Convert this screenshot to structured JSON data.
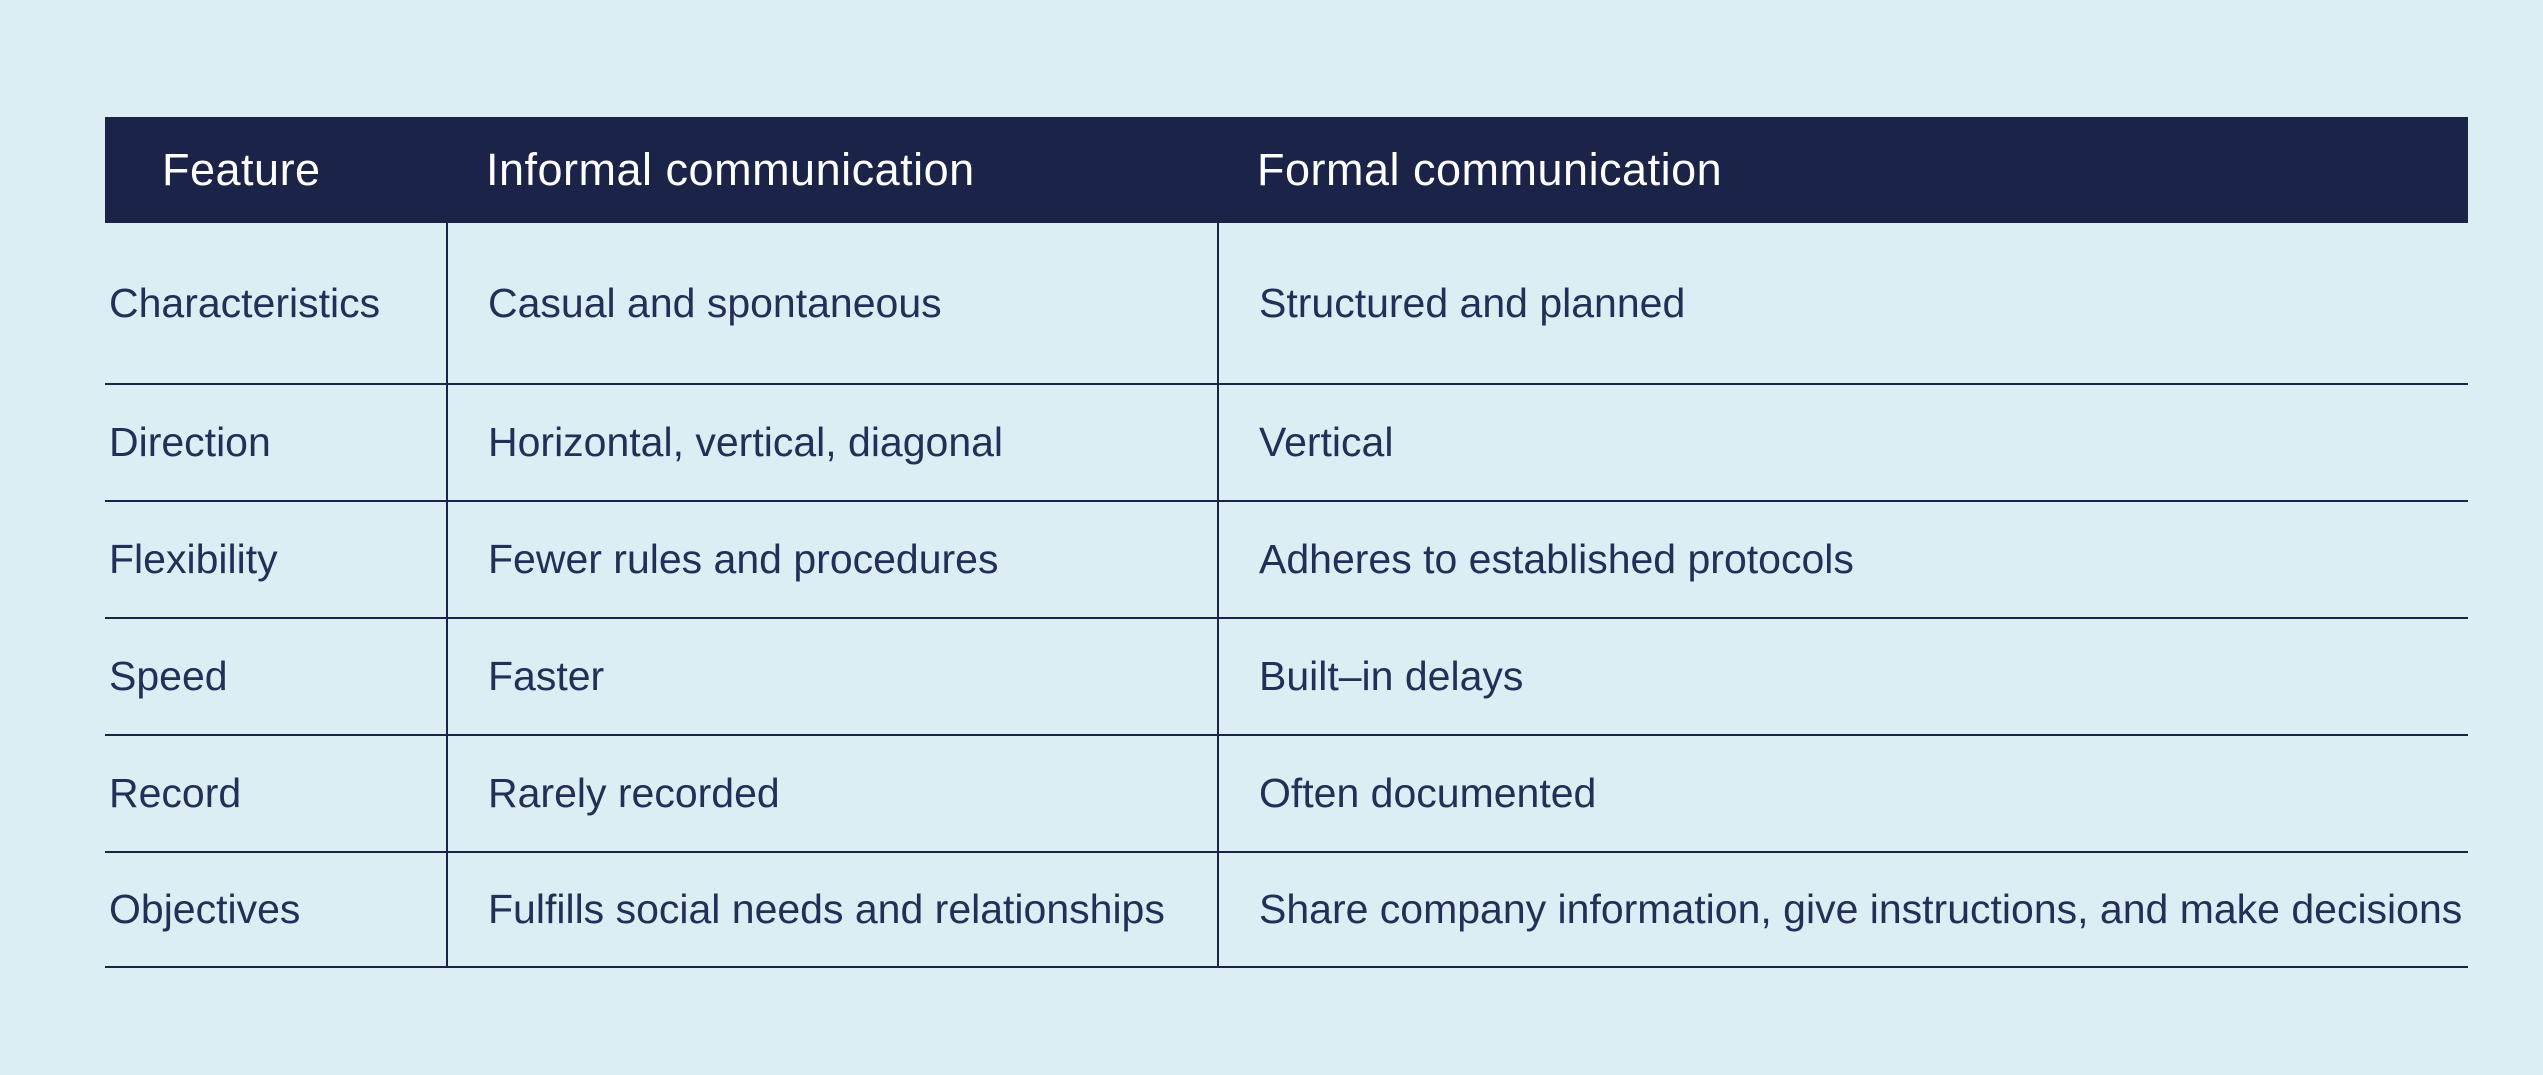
{
  "chart_data": {
    "type": "table",
    "columns": [
      "Feature",
      "Informal communication",
      "Formal communication"
    ],
    "rows": [
      [
        "Characteristics",
        "Casual and spontaneous",
        "Structured and planned"
      ],
      [
        "Direction",
        "Horizontal, vertical, diagonal",
        "Vertical"
      ],
      [
        "Flexibility",
        "Fewer rules and procedures",
        "Adheres to established protocols"
      ],
      [
        "Speed",
        "Faster",
        "Built–in delays"
      ],
      [
        "Record",
        "Rarely recorded",
        "Often documented"
      ],
      [
        "Objectives",
        "Fulfills social needs and relationships",
        "Share company information, give instructions, and make decisions"
      ]
    ],
    "legend": "none",
    "grid": "horizontal rules + two vertical dividers"
  },
  "colors": {
    "background": "#dcedf4",
    "header_bg": "#1b2349",
    "header_text": "#ffffff",
    "text": "#242f58",
    "line": "#1b2349"
  }
}
